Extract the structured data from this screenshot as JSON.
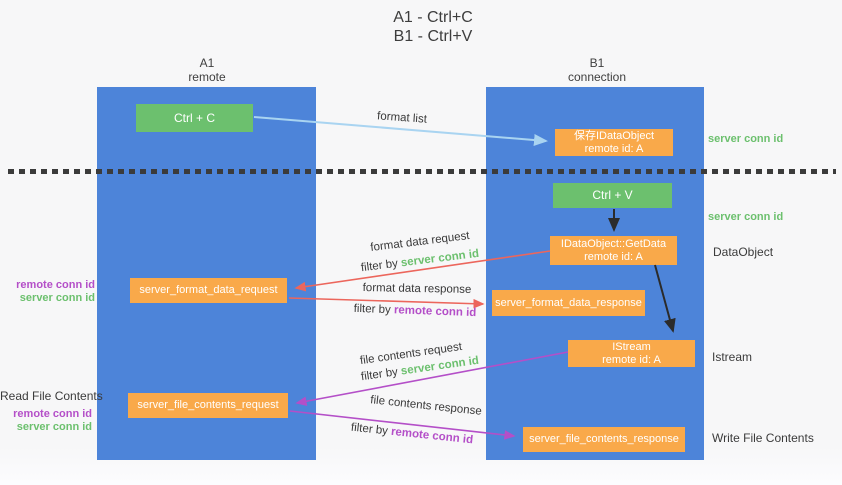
{
  "title": {
    "line1": "A1 - Ctrl+C",
    "line2": "B1 - Ctrl+V"
  },
  "lanes": {
    "a": {
      "name": "A1",
      "subtitle": "remote"
    },
    "b": {
      "name": "B1",
      "subtitle": "connection"
    }
  },
  "nodes": {
    "ctrl_c": "Ctrl + C",
    "save_idataobject_line1": "保存IDataObject",
    "save_idataobject_line2": "remote id: A",
    "ctrl_v": "Ctrl + V",
    "getdata_line1": "IDataObject::GetData",
    "getdata_line2": "remote id: A",
    "format_request": "server_format_data_request",
    "format_response": "server_format_data_response",
    "istream_line1": "IStream",
    "istream_line2": "remote id: A",
    "file_request": "server_file_contents_request",
    "file_response": "server_file_contents_response"
  },
  "arrow_labels": {
    "format_list": "format list",
    "format_data_request": "format data request",
    "format_data_response": "format data response",
    "file_contents_request": "file contents request",
    "file_contents_response": "file contents response",
    "filter_by": "filter by ",
    "server_conn_id": "server conn id",
    "remote_conn_id": "remote conn id"
  },
  "side_labels": {
    "server_conn_id_top": "server conn id",
    "server_conn_id_mid": "server conn id",
    "dataobject": "DataObject",
    "istream": "Istream",
    "write_file_contents": "Write File Contents",
    "read_file_contents": "Read File Contents",
    "remote_conn_id": "remote conn id",
    "server_conn_id": "server conn id"
  },
  "colors": {
    "lane_blue": "#4d84d9",
    "node_orange": "#f9a94a",
    "node_green": "#6cc06e",
    "arrow_red": "#ec665c",
    "arrow_purple": "#b44fc8",
    "arrow_light_blue": "#a9d4f1",
    "arrow_black": "#2b2b2b",
    "label_green": "#6cc06e",
    "label_purple": "#b44fc8",
    "background": "#f7f7f8"
  }
}
